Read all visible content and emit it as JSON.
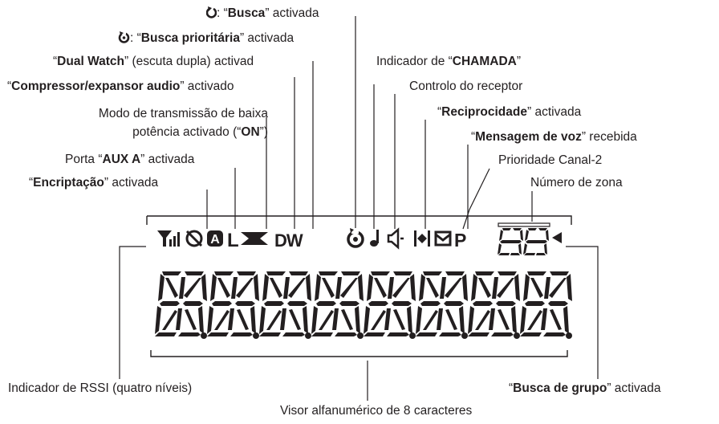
{
  "labels": {
    "busca": {
      "pre": ": “",
      "bold": "Busca",
      "post": "” activada"
    },
    "busca_prioritaria": {
      "pre": ": “",
      "bold": "Busca prioritária",
      "post": "” activada"
    },
    "dual_watch": {
      "pre": "“",
      "bold": "Dual Watch",
      "post": "” (escuta dupla) activad"
    },
    "compressor": {
      "pre": "“",
      "bold": "Compressor/expansor audio",
      "post": "” activado"
    },
    "baixa_potencia_line1": "Modo de transmissão de baixa",
    "baixa_potencia_line2": {
      "pre": "potência activado (“",
      "bold": "ON",
      "post": "”)"
    },
    "aux_a": {
      "pre": "Porta “",
      "bold": "AUX A",
      "post": "” activada"
    },
    "encriptacao": {
      "pre": "“",
      "bold": "Encriptação",
      "post": "” activada"
    },
    "chamada": {
      "pre": "Indicador de “",
      "bold": "CHAMADA",
      "post": "”"
    },
    "receptor": "Controlo do receptor",
    "reciprocidade": {
      "pre": "“",
      "bold": "Reciprocidade",
      "post": "” activada"
    },
    "mensagem": {
      "pre": "“",
      "bold": "Mensagem de voz",
      "post": "” recebida"
    },
    "prioridade": "Prioridade Canal-2",
    "zona": "Número de zona",
    "rssi": "Indicador de RSSI (quatro níveis)",
    "busca_grupo": {
      "pre": "“",
      "bold": "Busca de grupo",
      "post": "” activada"
    },
    "visor": "Visor alfanumérico de 8 caracteres"
  },
  "display": {
    "icons": [
      "rssi-antenna-icon",
      "encryption-icon",
      "aux-a-icon",
      "low-power-icon",
      "compander-icon",
      "dual-watch-icon",
      "priority-scan-icon",
      "call-note-icon",
      "receiver-speaker-icon",
      "talkaround-icon",
      "voice-message-icon",
      "priority-p-icon",
      "zone-number-icon",
      "group-scan-arrow-icon"
    ],
    "icon_text": {
      "aux": "A",
      "low_power": "L",
      "dual_watch": "DW",
      "priority": "P"
    },
    "character_count": 8,
    "zone_digits": 2
  },
  "colors": {
    "ink": "#231f20",
    "background": "#ffffff"
  }
}
